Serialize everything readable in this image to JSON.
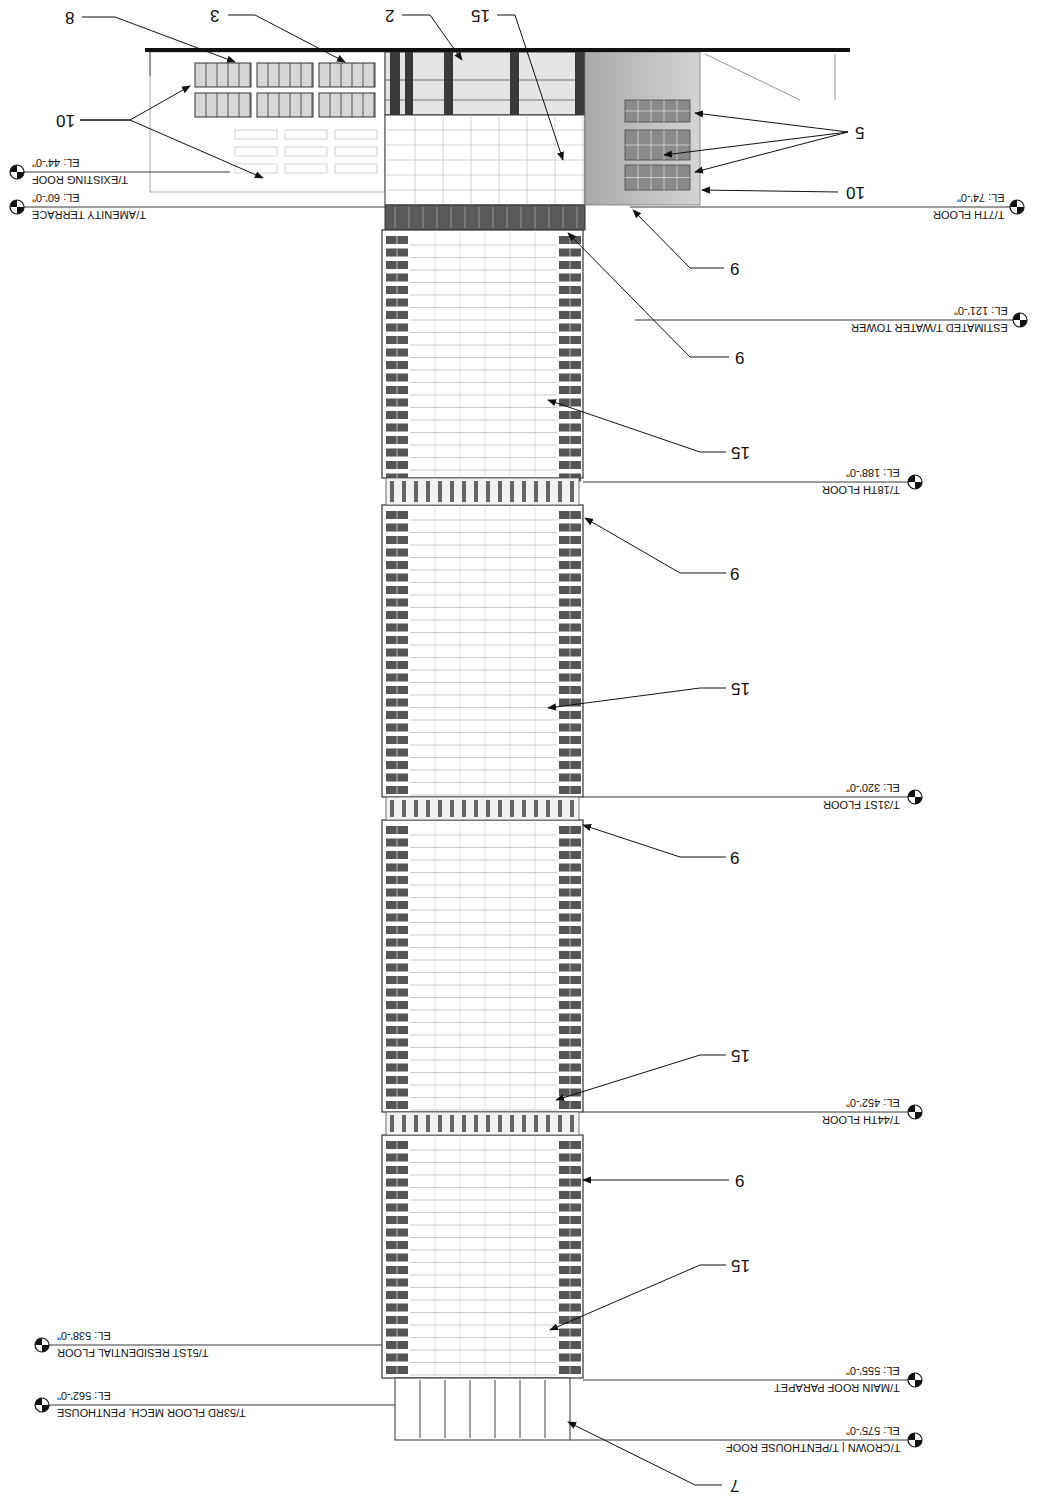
{
  "diagram": {
    "labels": [
      "7",
      "T/CROWN | T/PENTHOUSE ROOF",
      "EL: 575'-0\"",
      "T/53RD FLOOR MECH. PENTHOUSE",
      "EL: 562'-0\"",
      "T/MAIN ROOF PARAPET",
      "EL: 555'-0\"",
      "T/51ST RESIDENTIAL FLOOR",
      "EL: 538'-0\"",
      "15",
      "9",
      "T/44TH FLOOR",
      "EL: 452'-0\"",
      "15",
      "9",
      "T/31ST FLOOR",
      "EL: 320'-0\"",
      "15",
      "9",
      "T/18TH FLOOR",
      "EL: 188'-0\"",
      "15",
      "9",
      "ESTIMATED T/WATER TOWER",
      "EL: 121'-0\"",
      "9",
      "T/7TH FLOOR",
      "EL: 74'-0\"",
      "T/AMENITY TERRACE",
      "EL: 60'-0\"",
      "10",
      "5",
      "10",
      "T/EXISTING ROOF",
      "EL: 44'-0\"",
      "15",
      "2",
      "3",
      "8"
    ]
  }
}
